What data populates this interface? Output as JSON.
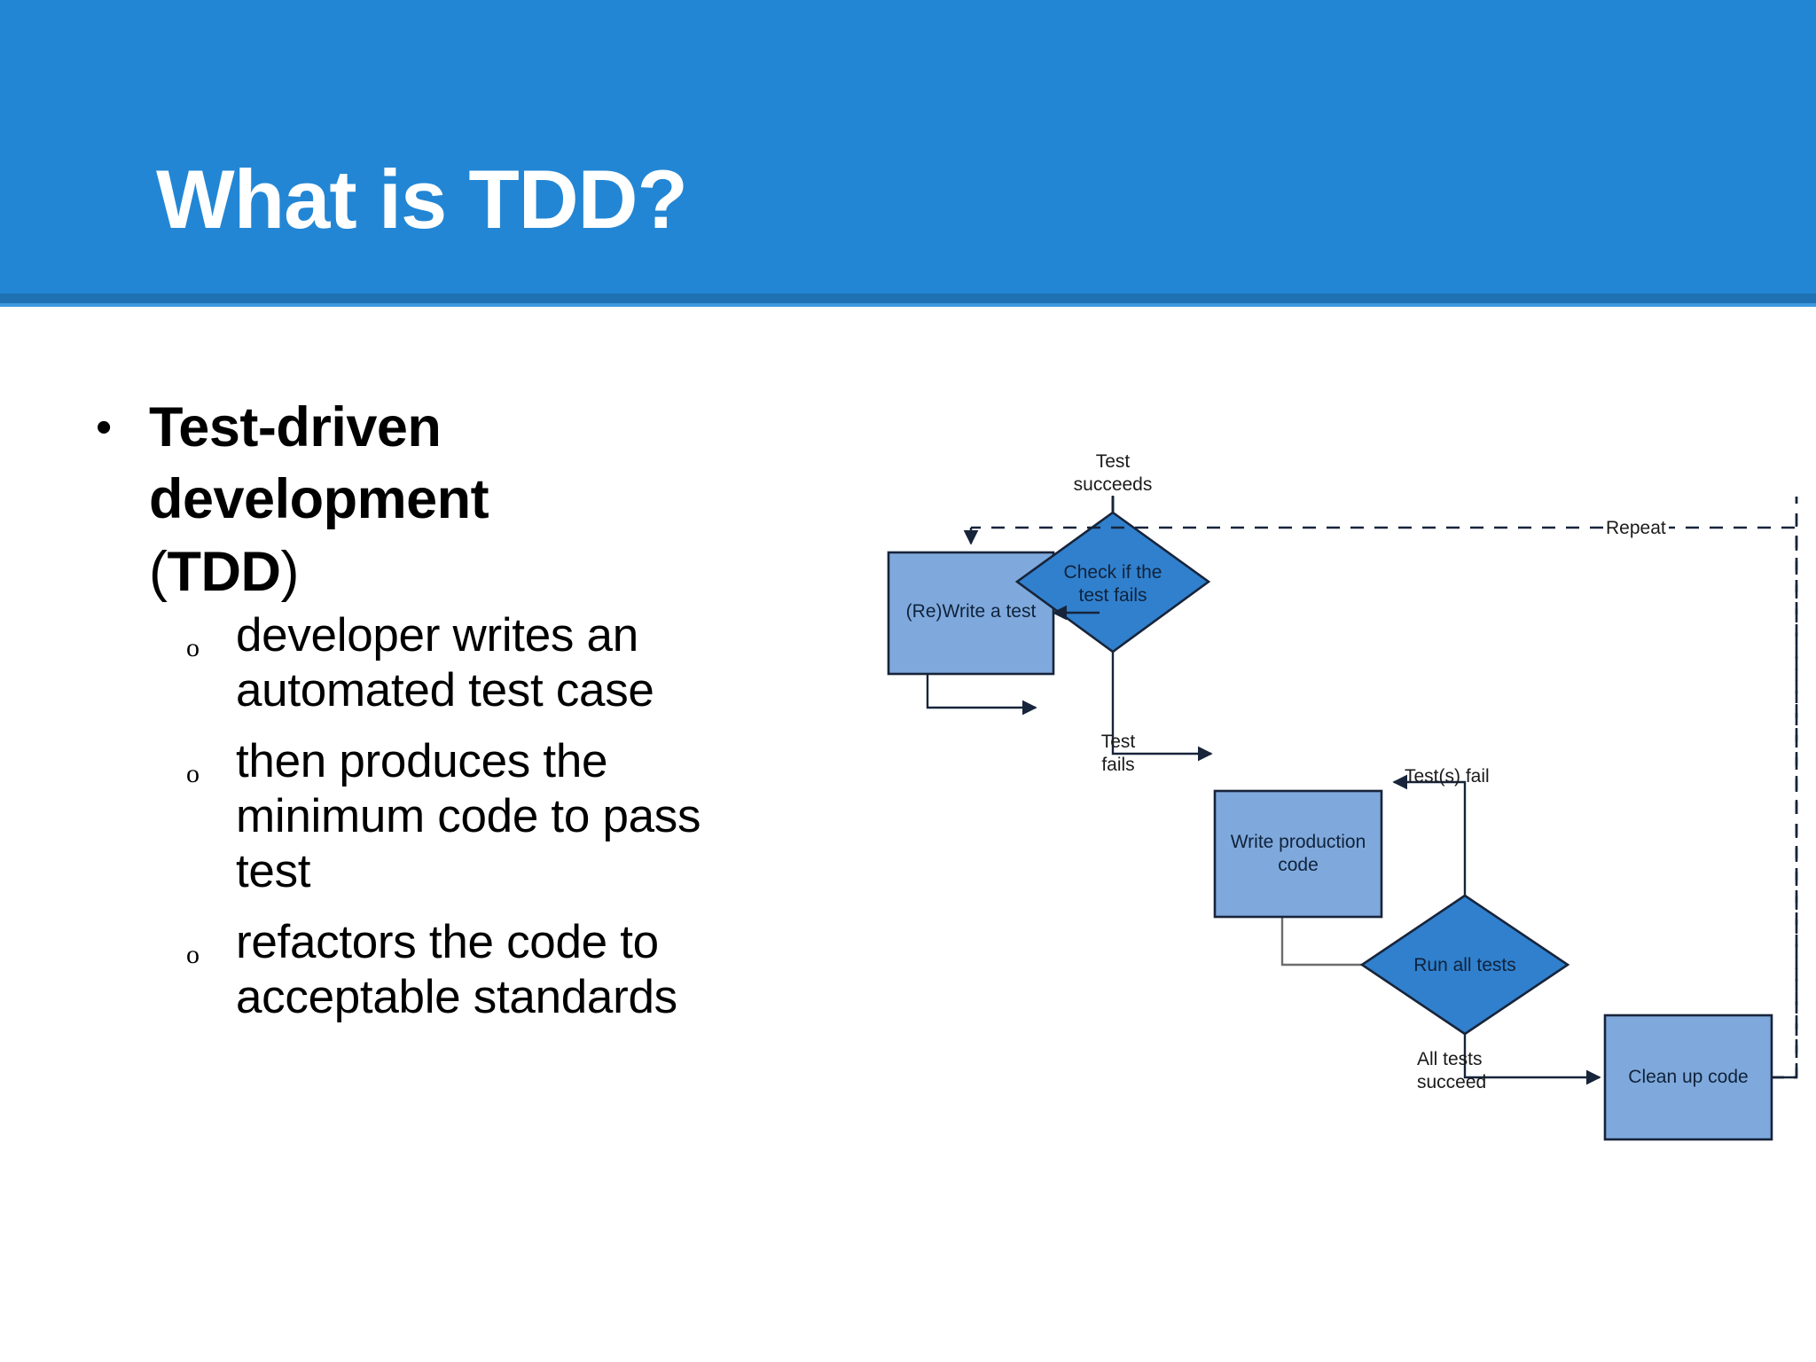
{
  "slide": {
    "title": "What is TDD?",
    "header_color": "#2286d4",
    "header_stripe_dark": "#1e72b3",
    "header_stripe_light": "#3d9ae0"
  },
  "body": {
    "bullet_marker": "•",
    "sub_bullet_marker": "o",
    "level1": {
      "text_before": "Test-driven development ",
      "paren_open": "(",
      "acronym": "TDD",
      "paren_close": ")"
    },
    "level2": [
      {
        "text": "developer writes an automated test case"
      },
      {
        "text": "then produces the minimum code to pass test"
      },
      {
        "text": "refactors the code to acceptable standards"
      }
    ]
  },
  "diagram": {
    "type": "flowchart",
    "box_fill": "#7fa9dc",
    "diamond_fill": "#3080cd",
    "stroke": "#17243a",
    "nodes": [
      {
        "id": "rewrite-test",
        "shape": "rect",
        "label": "(Re)Write a test"
      },
      {
        "id": "check-test-fails",
        "shape": "diamond",
        "label": "Check if the\ntest fails",
        "line1": "Check if the",
        "line2": "test fails"
      },
      {
        "id": "write-production-code",
        "shape": "rect",
        "label": "Write production\ncode",
        "line1": "Write production",
        "line2": "code"
      },
      {
        "id": "run-all-tests",
        "shape": "diamond",
        "label": "Run all tests"
      },
      {
        "id": "clean-up-code",
        "shape": "rect",
        "label": "Clean up code"
      }
    ],
    "edge_labels": [
      {
        "id": "test-succeeds",
        "line1": "Test",
        "line2": "succeeds"
      },
      {
        "id": "test-fails",
        "line1": "Test",
        "line2": "fails"
      },
      {
        "id": "tests-fail",
        "line1": "Test(s) fail",
        "line2": ""
      },
      {
        "id": "all-tests-succeed",
        "line1": "All tests",
        "line2": "succeed"
      },
      {
        "id": "repeat",
        "line1": "Repeat",
        "line2": ""
      }
    ]
  }
}
